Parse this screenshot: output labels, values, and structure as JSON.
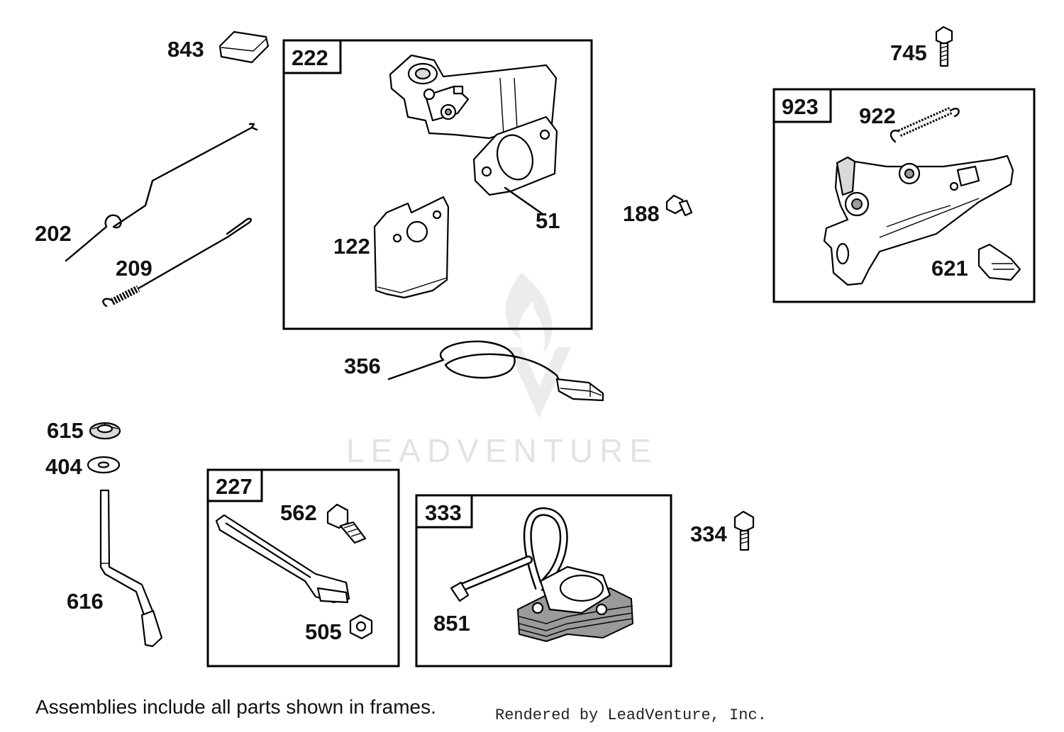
{
  "watermark": {
    "text": "LEADVENTURE"
  },
  "frames": [
    {
      "id": "222",
      "label": "222"
    },
    {
      "id": "923",
      "label": "923"
    },
    {
      "id": "227",
      "label": "227"
    },
    {
      "id": "333",
      "label": "333"
    }
  ],
  "parts": {
    "p843": "843",
    "p202": "202",
    "p209": "209",
    "p122": "122",
    "p51": "51",
    "p356": "356",
    "p188": "188",
    "p745": "745",
    "p922": "922",
    "p621": "621",
    "p615": "615",
    "p404": "404",
    "p616": "616",
    "p562": "562",
    "p505": "505",
    "p851": "851",
    "p334": "334"
  },
  "footnote": "Assemblies include all parts shown in frames.",
  "credit": "Rendered by LeadVenture, Inc."
}
